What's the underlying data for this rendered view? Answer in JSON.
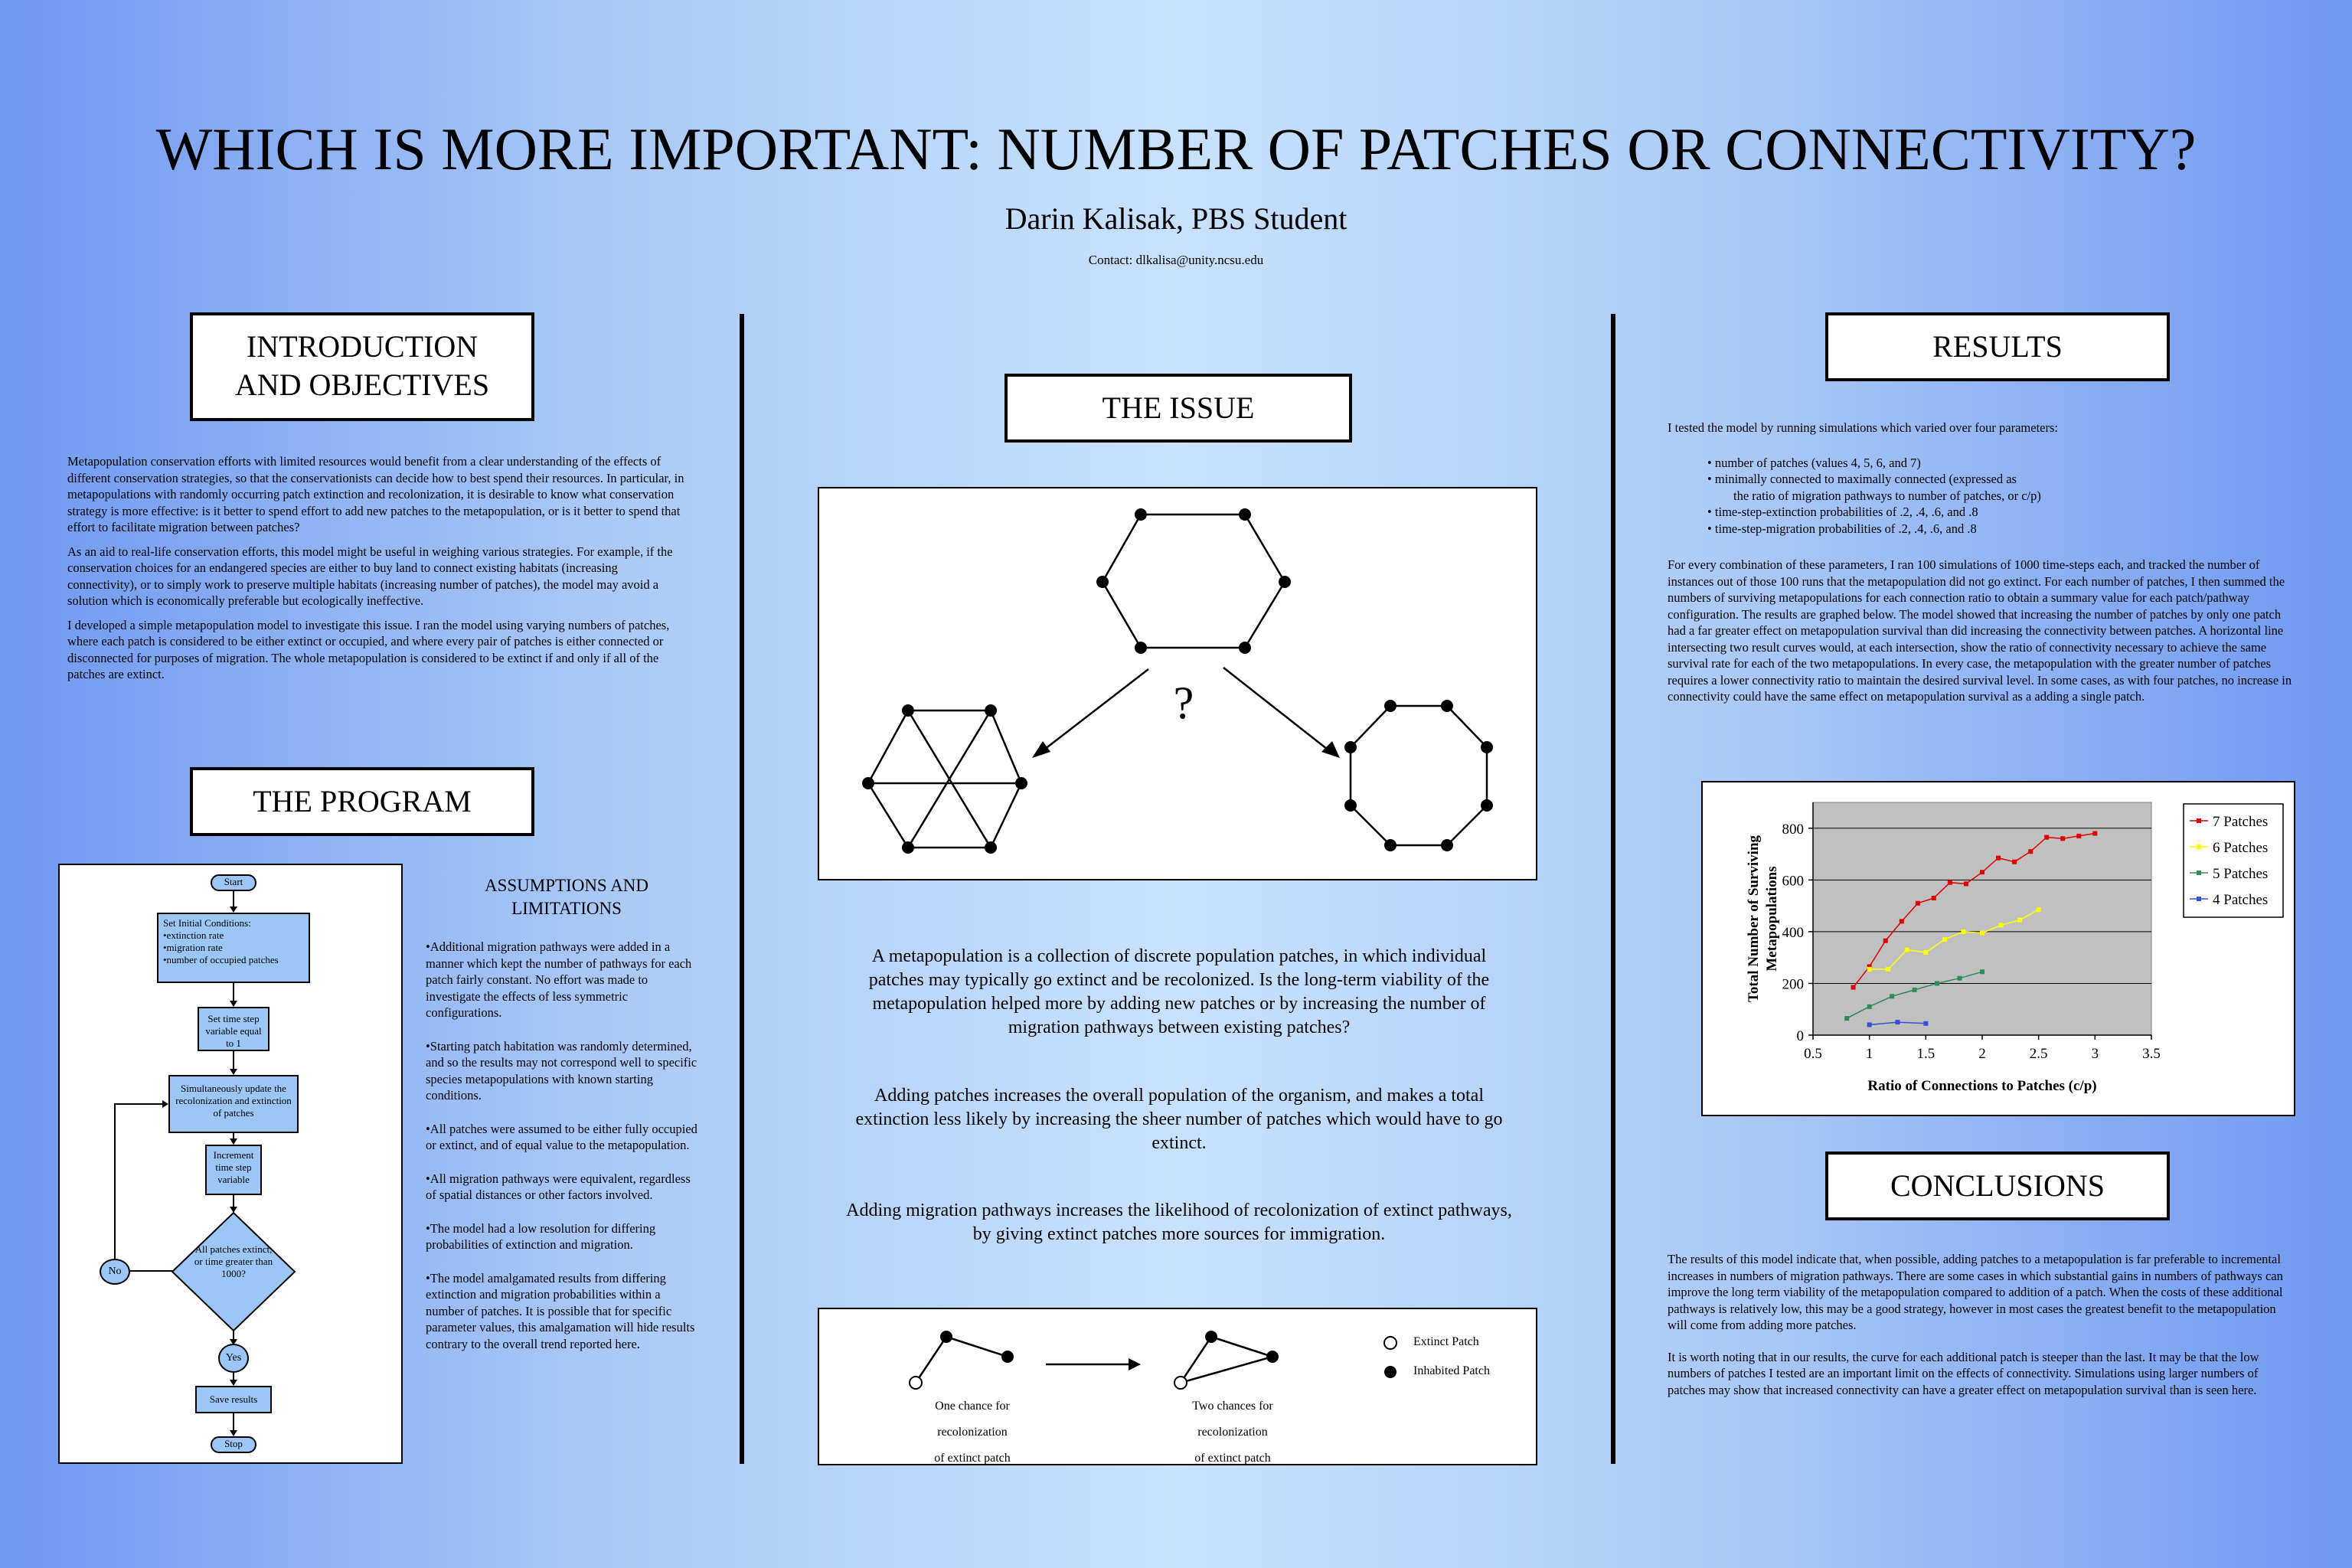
{
  "header": {
    "title": "WHICH IS MORE IMPORTANT: NUMBER OF PATCHES OR CONNECTIVITY?",
    "author": "Darin Kalisak, PBS Student",
    "contact": "Contact: dlkalisa@unity.ncsu.edu"
  },
  "intro": {
    "heading_line1": "INTRODUCTION",
    "heading_line2": "AND OBJECTIVES",
    "paragraphs": [
      "Metapopulation conservation efforts with limited resources would benefit from a clear understanding of the effects of different conservation strategies, so that the conservationists can decide how to best spend their resources.  In particular, in metapopulations with randomly occurring patch extinction and recolonization, it is  desirable to know what conservation strategy is more effective:  is it better to spend effort to add new patches to the metapopulation, or is it better to spend that effort to facilitate migration between patches?",
      "As an aid to real-life conservation efforts, this model might be useful in weighing various strategies.  For example, if the conservation choices for an endangered species are either to buy land to connect existing habitats (increasing connectivity), or to simply work to preserve multiple habitats (increasing number of patches), the model may avoid a solution which is  economically preferable but ecologically ineffective.",
      "I developed a simple metapopulation model to investigate this issue.  I ran the model using varying numbers of  patches, where each patch is considered to be either extinct or occupied, and where every pair of patches is either connected or disconnected for purposes of migration.  The whole metapopulation is considered to be extinct if and only if all of the patches are extinct."
    ]
  },
  "program": {
    "heading": "THE PROGRAM",
    "flowchart": {
      "start": "Start",
      "init_title": "Set Initial Conditions:",
      "init_items": [
        "•extinction rate",
        "•migration rate",
        "•number of occupied patches"
      ],
      "set_time": "Set time step variable equal to 1",
      "update": "Simultaneously update the recolonization and extinction of patches",
      "increment": "Increment time step variable",
      "decision": "All patches extinct, or time greater than 1000?",
      "no": "No",
      "yes": "Yes",
      "save": "Save results",
      "stop": "Stop"
    },
    "assumptions_heading_line1": "ASSUMPTIONS AND",
    "assumptions_heading_line2": "LIMITATIONS",
    "assumptions": [
      "•Additional migration pathways were added in a manner which kept the number of pathways for each patch fairly constant.  No effort was made to investigate the effects of less symmetric configurations.",
      "•Starting patch habitation was randomly determined, and so the results may not correspond well to specific species metapopulations with known starting conditions.",
      "•All patches were assumed to be either fully occupied or extinct, and of equal value to the metapopulation.",
      "•All migration pathways were equivalent, regardless of spatial distances or other factors involved.",
      "•The model had a low resolution for differing probabilities of extinction and migration.",
      "•The model amalgamated results from differing extinction and migration probabilities within a number of patches.  It is possible that for specific parameter values, this amalgamation will hide results contrary to the overall trend reported here."
    ]
  },
  "issue": {
    "heading": "THE ISSUE",
    "question_mark": "?",
    "paragraphs": [
      "A metapopulation is a collection of discrete population patches, in which individual patches may typically go extinct and be recolonized.  Is the long-term viability of the metapopulation helped more by adding new patches or by increasing the number of migration pathways between existing patches?",
      "Adding patches increases the overall population of the organism, and makes a total extinction less likely by increasing the sheer number of patches which would have to go extinct.",
      "Adding migration pathways increases the likelihood of recolonization of extinct pathways, by giving extinct patches more sources for immigration."
    ],
    "legend": {
      "left_caption": [
        "One chance for",
        "recolonization",
        "of extinct patch"
      ],
      "right_caption": [
        "Two chances for",
        "recolonization",
        "of extinct patch"
      ],
      "extinct": "Extinct Patch",
      "inhabited": "Inhabited Patch"
    }
  },
  "results": {
    "heading": "RESULTS",
    "intro": "I tested the model by running simulations which varied over four parameters:",
    "bullets": [
      "•  number of patches (values 4, 5, 6, and 7)",
      "•  minimally connected to maximally connected (expressed as",
      "the ratio of migration pathways to number of patches, or c/p)",
      "•  time-step-extinction probabilities of .2, .4, .6, and .8",
      "•  time-step-migration probabilities of .2, .4, .6, and .8"
    ],
    "paragraph": "For every combination of these parameters, I ran 100 simulations of 1000 time-steps each, and tracked the number of instances out of those 100 runs that the metapopulation did not go extinct.  For each number of patches, I then summed the numbers of surviving metapopulations for each connection ratio to obtain a summary value for each patch/pathway configuration.  The results are graphed below.  The model showed that increasing the number of patches by only one patch had a far greater effect on metapopulation survival than did increasing the connectivity between patches.  A horizontal line intersecting two result curves would, at each intersection, show the ratio of connectivity necessary to achieve the same survival rate for each of the two metapopulations.  In every case, the metapopulation with the greater number of patches requires a lower connectivity ratio to maintain the desired survival level.  In some cases, as with four patches, no increase in connectivity could have the same effect on metapopulation survival as a adding a single patch."
  },
  "chart_data": {
    "type": "line",
    "xlabel": "Ratio of Connections to Patches (c/p)",
    "ylabel_line1": "Total Number of Surviving",
    "ylabel_line2": "Metapopulations",
    "xlim": [
      0.5,
      3.5
    ],
    "ylim": [
      0,
      900
    ],
    "xticks": [
      "0.5",
      "1",
      "1.5",
      "2",
      "2.5",
      "3",
      "3.5"
    ],
    "yticks": [
      "0",
      "200",
      "400",
      "600",
      "800"
    ],
    "grid": true,
    "legend_position": "right",
    "plot_bg": "#c0c0c0",
    "series": [
      {
        "name": "7 Patches",
        "color": "#e00000",
        "x": [
          0.857,
          1.0,
          1.143,
          1.286,
          1.429,
          1.571,
          1.714,
          1.857,
          2.0,
          2.143,
          2.286,
          2.429,
          2.571,
          2.714,
          2.857,
          3.0
        ],
        "y": [
          185,
          265,
          365,
          440,
          510,
          530,
          590,
          585,
          630,
          685,
          670,
          710,
          765,
          760,
          770,
          780
        ]
      },
      {
        "name": "6 Patches",
        "color": "#ffff00",
        "x": [
          1.0,
          1.167,
          1.333,
          1.5,
          1.667,
          1.833,
          2.0,
          2.167,
          2.333,
          2.5
        ],
        "y": [
          255,
          255,
          330,
          320,
          370,
          400,
          395,
          425,
          445,
          485
        ]
      },
      {
        "name": "5 Patches",
        "color": "#2e8b57",
        "x": [
          0.8,
          1.0,
          1.2,
          1.4,
          1.6,
          1.8,
          2.0
        ],
        "y": [
          65,
          110,
          150,
          175,
          200,
          220,
          245
        ]
      },
      {
        "name": "4 Patches",
        "color": "#3050d8",
        "x": [
          1.0,
          1.25,
          1.5
        ],
        "y": [
          40,
          50,
          45
        ]
      }
    ]
  },
  "conclusions": {
    "heading": "CONCLUSIONS",
    "paragraphs": [
      "The results of this model indicate that, when possible, adding patches to a metapopulation is far preferable to incremental increases in numbers of migration pathways.  There are some cases in which substantial gains in numbers of pathways can improve the long term viability of the metapopulation compared to addition of a patch.  When the costs of these additional pathways is relatively low, this may be a good strategy, however in most cases the greatest benefit to the metapopulation will come from adding more patches.",
      "It is worth noting that in our results, the curve for each additional patch is steeper than the last.  It may be that the low numbers of patches I tested are an important limit on the effects of connectivity.  Simulations using larger numbers of patches may show that increased connectivity can have a greater effect on metapopulation survival than is seen here."
    ]
  }
}
